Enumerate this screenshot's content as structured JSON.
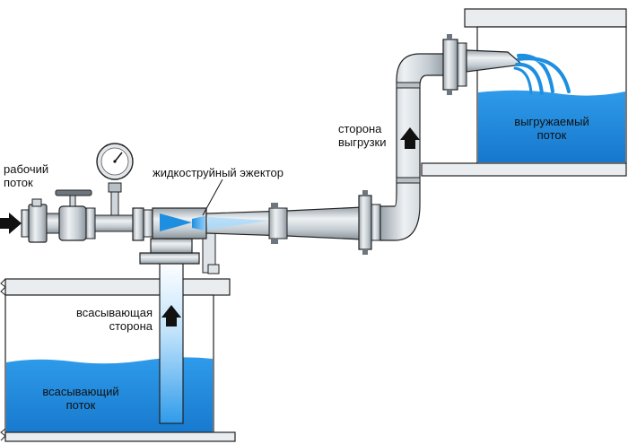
{
  "labels": {
    "working_flow": [
      "рабочий",
      "поток"
    ],
    "ejector": "жидкоструйный эжектор",
    "discharge_side": [
      "сторона",
      "выгрузки"
    ],
    "discharged_flow": [
      "выгружаемый",
      "поток"
    ],
    "suction_side": [
      "всасывающая",
      "сторона"
    ],
    "suction_flow": [
      "всасывающий",
      "поток"
    ]
  },
  "colors": {
    "water": "#1e8fe0",
    "water_light": "#6cc0f5",
    "steel": "#cfd6dc",
    "steel_dark": "#8d969e",
    "outline": "#222222",
    "arrow": "#111111"
  },
  "icons": [
    "pressure-gauge-icon",
    "valve-handwheel-icon",
    "flow-arrow-icon"
  ]
}
